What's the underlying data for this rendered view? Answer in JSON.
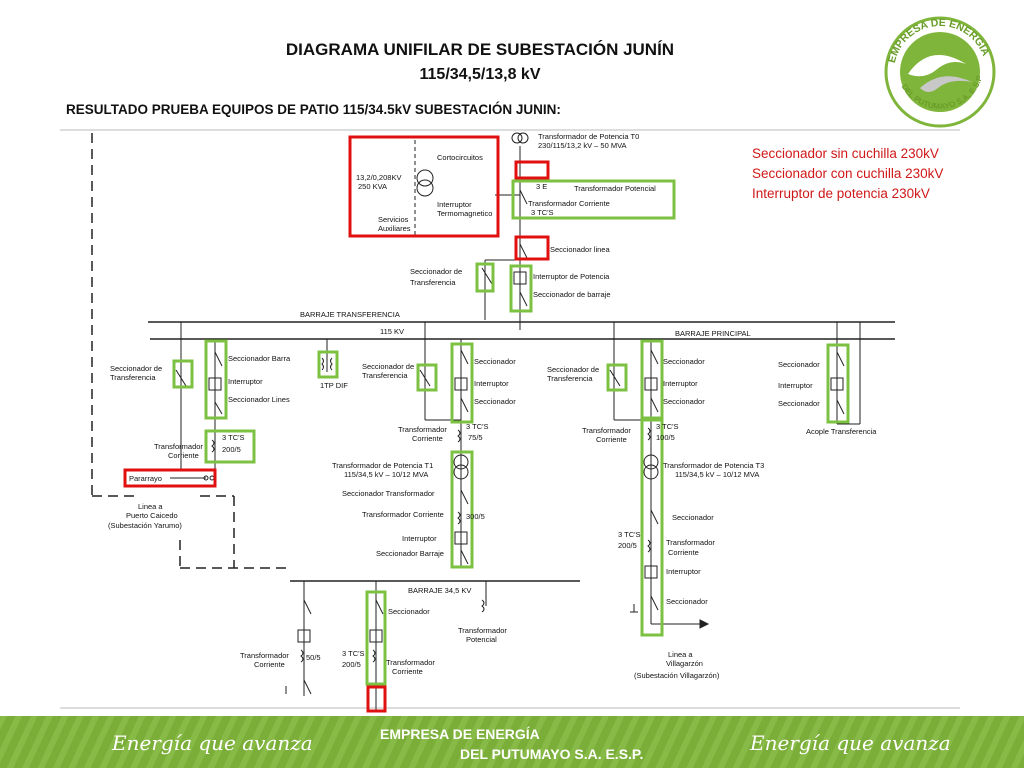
{
  "header": {
    "title": "DIAGRAMA UNIFILAR DE SUBESTACIÓN JUNÍN",
    "subtitle": "115/34,5/13,8 kV",
    "section": "RESULTADO PRUEBA EQUIPOS DE PATIO 115/34.5kV SUBESTACIÓN JUNIN:"
  },
  "legend": {
    "item1": "Seccionador sin cuchilla 230kV",
    "item2": "Seccionador con cuchilla 230kV",
    "item3": "Interruptor de potencia 230kV",
    "color": "#d01818"
  },
  "logo": {
    "top": "EMPRESA DE ENERGÍA",
    "bottom": "DEL PUTUMAYO S.A. E.S.P."
  },
  "diagram": {
    "transformer_t0": "Transformador de Potencia T0",
    "t0_rating": "230/115/13,2 kV – 50 MVA",
    "aux_kv": "13,2/0,208KV",
    "aux_kva": "250 KVA",
    "cortocircuitos": "Cortocircuitos",
    "interruptor_termo": "Interruptor",
    "termomagnetico": "Termomagnetico",
    "servicios": "Servicios",
    "auxiliares": "Auxiliares",
    "t_potencial_top": "Transformador Potencial",
    "t_corriente_top": "Transformador Corriente",
    "tcs_3": "3 TC'S",
    "three_e": "3 E",
    "secc_linea": "Seccionador linea",
    "secc_transf_top": "Seccionador de",
    "transferencia": "Transferencia",
    "int_potencia": "Interruptor de Potencia",
    "secc_barraje": "Seccionador de barraje",
    "barraje_transf": "BARRAJE TRANSFERENCIA",
    "kv115": "115 KV",
    "barraje_principal": "BARRAJE PRINCIPAL",
    "secc_de": "Seccionador de",
    "secc_barra": "Seccionador Barra",
    "interruptor": "Interruptor",
    "secc_lines": "Seccionador Lines",
    "tp_dif": "1TP DIF",
    "seccionador": "Seccionador",
    "transformador": "Transformador",
    "corriente": "Corriente",
    "ratio_200": "200/5",
    "ratio_75": "75/5",
    "ratio_100": "100/5",
    "ratio_300": "300/5",
    "ratio_50": "50/5",
    "pararrayo": "Pararrayo",
    "linea_a": "Linea a",
    "puerto_caicedo": "Puerto Caicedo",
    "sub_yarumo": "(Subestación Yarumo)",
    "t1_name": "Transformador de Potencia T1",
    "t1_rating": "115/34,5 kV – 10/12 MVA",
    "secc_transformador": "Seccionador Transformador",
    "transf_corriente": "Transformador Corriente",
    "secc_barraje2": "Seccionador Barraje",
    "t3_name": "Transformador de Potencia T3",
    "t3_rating": "115/34,5 kV – 10/12 MVA",
    "acople": "Acople Transferencia",
    "barraje_345": "BARRAJE 34,5 KV",
    "transf_potencial": "Transformador",
    "potencial": "Potencial",
    "linea_villa": "Linea a",
    "villagarzon": "Villagarzón",
    "sub_villa": "(Subestación Villagarzón)"
  },
  "footer": {
    "slogan": "Energía que avanza",
    "company1": "EMPRESA DE ENERGÍA",
    "company2": "DEL PUTUMAYO S.A.  E.S.P.",
    "bg": "#7fb53a"
  }
}
